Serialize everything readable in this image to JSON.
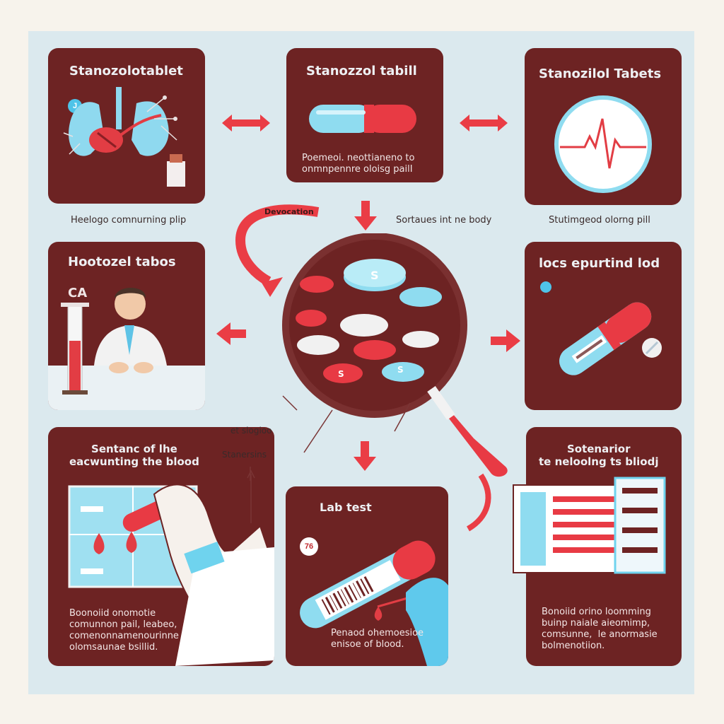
{
  "panels": {
    "top_left": {
      "title": "Stanozolotablet",
      "caption": "Heelogo comnurning plip",
      "badge": "J"
    },
    "top_center": {
      "title": "Stanozzol tabill",
      "body": "Poemeoi. neottianeno to\nonmnpennre oloisg pailI",
      "caption": "Sortaues int ne body"
    },
    "top_right": {
      "title": "Stanozilol Tabets",
      "caption": "Stutimgeod olorng pill"
    },
    "mid_left": {
      "title": "Hootozel tabos",
      "label": "CA"
    },
    "mid_right": {
      "title": "locs epurtind lod"
    },
    "bottom_left": {
      "title": "Sentanc of lhe\neacwunting the blood",
      "body": "Boonoiid onomotie\ncomunnon pail, leabeo,\ncomenonnamenourinne\nolomsaunae bsillid."
    },
    "bottom_center": {
      "title": "Lab test",
      "badge": "76",
      "body": "Penaod ohemoesioe\nenisoe of blood."
    },
    "bottom_right": {
      "title": "Sotenarior\nte neloolng ts bliodj",
      "body": "Bonoiid orino loomming\nbuinp naiale aieomimp,\ncomsunne,  le anormasie\nbolmenotiion."
    }
  },
  "center": {
    "arrow_label": "Devocation",
    "side_label_1": "et slogioo",
    "side_label_2": "Stanersins",
    "pill_letter": "S"
  },
  "colors": {
    "panel": "#6d2323",
    "board": "#dbe9ee",
    "accent_red": "#ea3d45",
    "accent_blue": "#6fd3ee"
  }
}
